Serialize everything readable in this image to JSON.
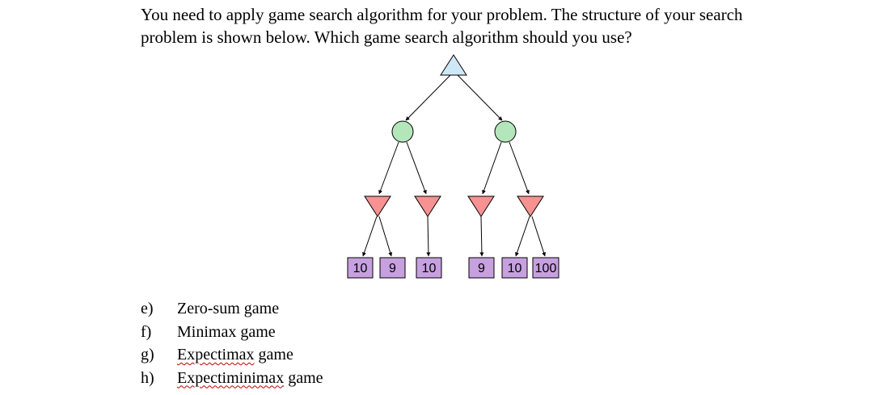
{
  "question": {
    "line1": "You need to apply game search algorithm for your problem. The structure of your search",
    "line2": "problem is shown below. Which game search algorithm should you use?"
  },
  "tree": {
    "root": {
      "type": "max",
      "shape": "triangle-up",
      "color": "#cfe8f8"
    },
    "chance_nodes": [
      {
        "type": "chance",
        "shape": "circle",
        "color": "#b4e6bb"
      },
      {
        "type": "chance",
        "shape": "circle",
        "color": "#b4e6bb"
      }
    ],
    "min_nodes": [
      {
        "type": "min",
        "shape": "triangle-down",
        "color": "#f89292"
      },
      {
        "type": "min",
        "shape": "triangle-down",
        "color": "#f89292"
      },
      {
        "type": "min",
        "shape": "triangle-down",
        "color": "#f89292"
      },
      {
        "type": "min",
        "shape": "triangle-down",
        "color": "#f89292"
      }
    ],
    "leaf_color": "#c7a0e0",
    "leaves": [
      "10",
      "9",
      "10",
      "9",
      "10",
      "100"
    ]
  },
  "options": [
    {
      "letter": "e)",
      "text": "Zero-sum game"
    },
    {
      "letter": "f)",
      "text": "Minimax game"
    },
    {
      "letter": "g)",
      "text_marked": "Expectimax",
      "text_rest": " game"
    },
    {
      "letter": "h)",
      "text_marked": "Expectiminimax",
      "text_rest": " game"
    }
  ]
}
